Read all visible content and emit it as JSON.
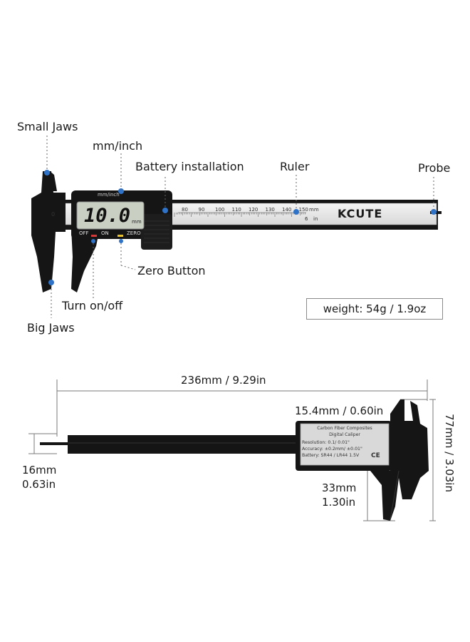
{
  "callouts": {
    "small_jaws": "Small Jaws",
    "mm_inch": "mm/inch",
    "battery": "Battery installation",
    "ruler": "Ruler",
    "probe": "Probe",
    "zero_button": "Zero Button",
    "turn_on_off": "Turn on/off",
    "big_jaws": "Big Jaws"
  },
  "weight": "weight:  54g  /  1.9oz",
  "caliper_top": {
    "display_value": "10.0",
    "display_unit": "mm",
    "unit_label": "mm/inch",
    "off": "OFF",
    "on": "ON",
    "zero": "ZERO",
    "brand": "KCUTE",
    "ruler_numbers": [
      "80",
      "90",
      "100",
      "110",
      "120",
      "130",
      "140",
      "150"
    ],
    "ruler_unit_mm": "mm",
    "ruler_unit_in": "in",
    "ruler_zero": "0",
    "ruler_inch_6": "6"
  },
  "dimensions": {
    "length": "236mm   /   9.29in",
    "jaw_width": "15.4mm / 0.60in",
    "height": "77mm   /   3.03in",
    "beam_mm": "16mm",
    "beam_in": "0.63in",
    "jaw_depth_mm": "33mm",
    "jaw_depth_in": "1.30in"
  },
  "caliper_bottom": {
    "label_line1": "Carbon Fiber Composites",
    "label_line2": "Digital Caliper",
    "resolution": "Resolution: 0.1/ 0.01\"",
    "accuracy": "Accuracy: ±0.2mm/ ±0.01\"",
    "battery": "Battery: SR44 / LR44 1.5V",
    "marks": "CE"
  },
  "colors": {
    "body": "#141414",
    "accent_dot": "#2f73c8",
    "lcd": "#c9cfc3",
    "ruler": "#e4e4e4",
    "off_red": "#d23a3a",
    "zero_yellow": "#e9c230"
  }
}
